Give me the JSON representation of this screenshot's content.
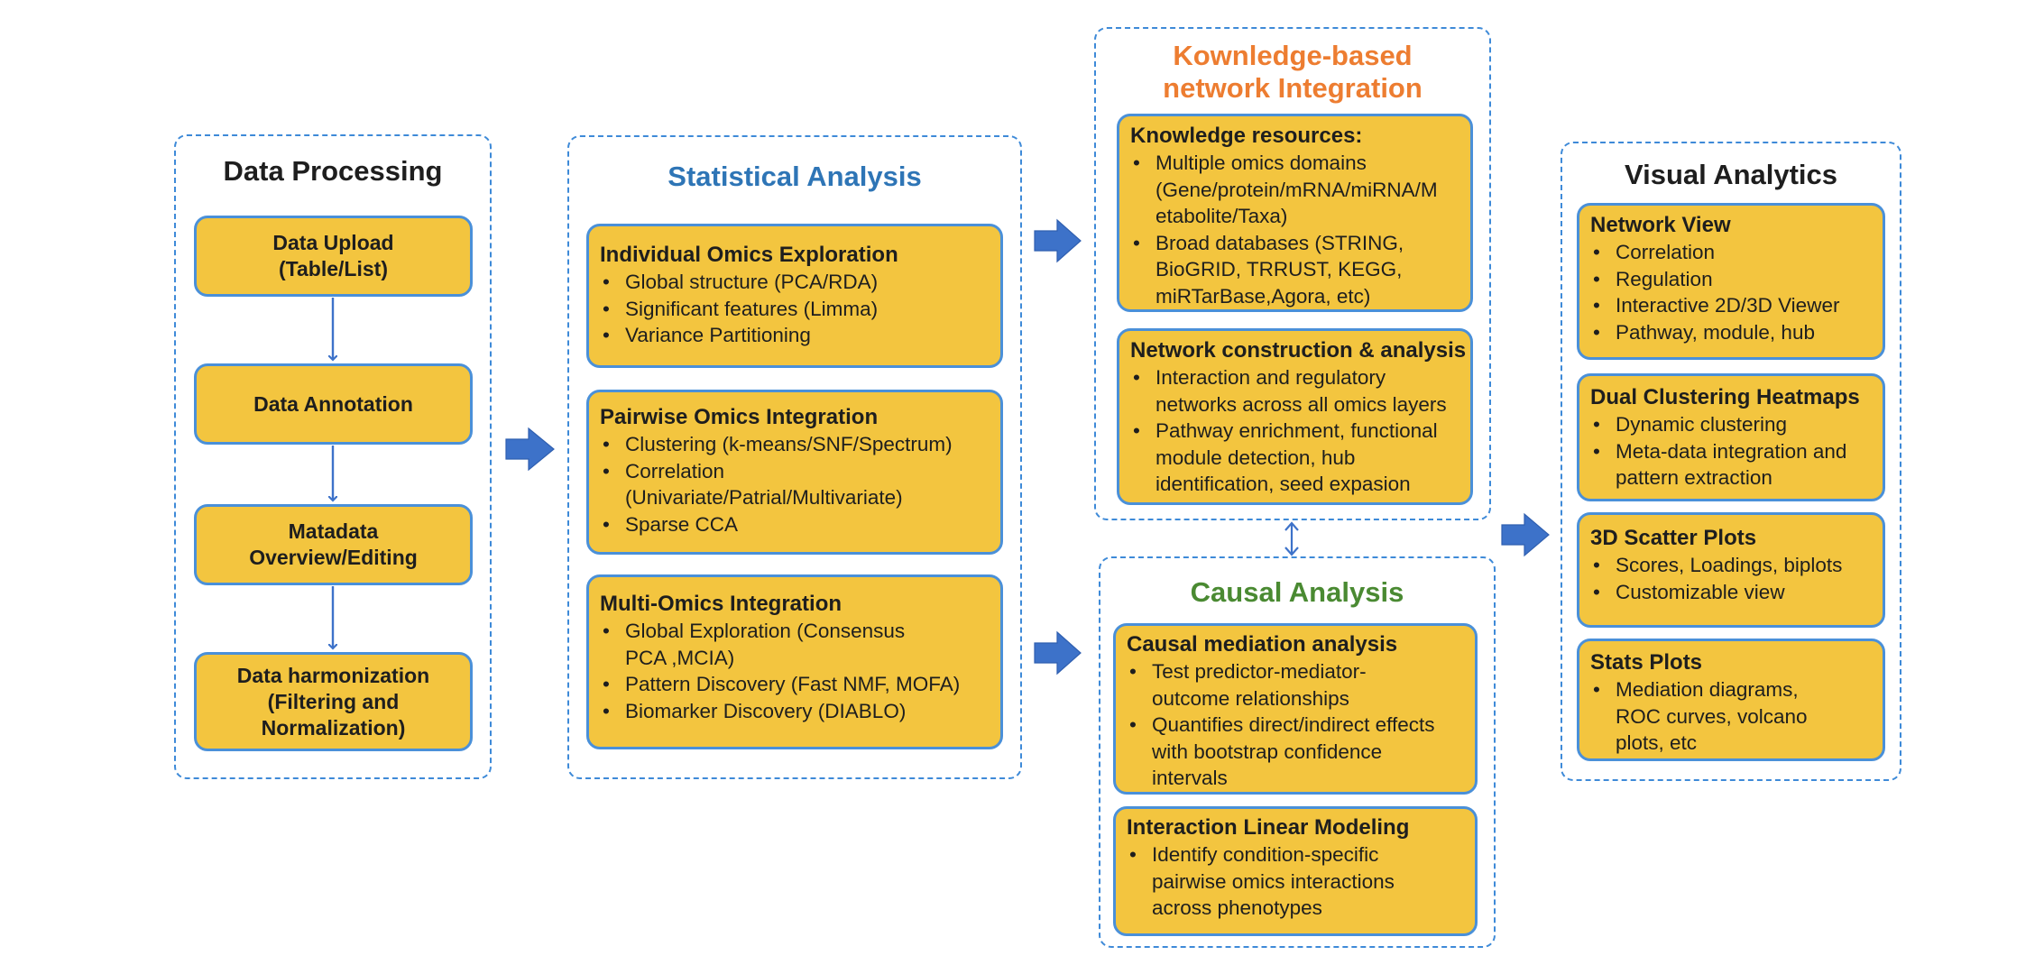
{
  "colors": {
    "box_fill": "#f3c53f",
    "box_border": "#4a90d9",
    "panel_border": "#3e8ad8",
    "arrow": "#3d72c9",
    "title_default": "#1e1e1e",
    "title_statistical": "#2e75b6",
    "title_knowledge": "#ed7d31",
    "title_causal": "#4a8a32"
  },
  "data_processing": {
    "title": "Data Processing",
    "steps": [
      "Data Upload\n(Table/List)",
      "Data Annotation",
      "Matadata\nOverview/Editing",
      "Data harmonization\n(Filtering and\nNormalization)"
    ]
  },
  "statistical_analysis": {
    "title": "Statistical Analysis",
    "cards": [
      {
        "title": "Individual Omics Exploration",
        "items": [
          "Global structure (PCA/RDA)",
          "Significant features (Limma)",
          "Variance Partitioning"
        ]
      },
      {
        "title": "Pairwise Omics Integration",
        "items": [
          "Clustering (k-means/SNF/Spectrum)",
          "Correlation\n(Univariate/Patrial/Multivariate)",
          "Sparse CCA"
        ]
      },
      {
        "title": "Multi-Omics Integration",
        "items": [
          "Global Exploration (Consensus\nPCA ,MCIA)",
          "Pattern Discovery (Fast NMF, MOFA)",
          "Biomarker Discovery (DIABLO)"
        ]
      }
    ]
  },
  "knowledge_network": {
    "title": "Kownledge-based\nnetwork Integration",
    "cards": [
      {
        "title": "Knowledge resources:",
        "items": [
          "Multiple omics domains\n(Gene/protein/mRNA/miRNA/M\netabolite/Taxa)",
          "Broad databases (STRING,\nBioGRID, TRRUST, KEGG,\nmiRTarBase,Agora, etc)"
        ]
      },
      {
        "title": "Network construction & analysis",
        "items": [
          "Interaction and regulatory\nnetworks across all omics layers",
          "Pathway enrichment, functional\nmodule detection, hub\nidentification, seed expasion"
        ]
      }
    ]
  },
  "causal_analysis": {
    "title": "Causal Analysis",
    "cards": [
      {
        "title": "Causal mediation analysis",
        "items": [
          "Test predictor-mediator-\noutcome relationships",
          "Quantifies direct/indirect effects\nwith bootstrap confidence\nintervals"
        ]
      },
      {
        "title": "Interaction Linear Modeling",
        "items": [
          "Identify condition-specific\npairwise omics interactions\nacross phenotypes"
        ]
      }
    ]
  },
  "visual_analytics": {
    "title": "Visual Analytics",
    "cards": [
      {
        "title": "Network View",
        "items": [
          "Correlation",
          "Regulation",
          "Interactive 2D/3D Viewer",
          "Pathway, module, hub"
        ]
      },
      {
        "title": "Dual Clustering Heatmaps",
        "items": [
          "Dynamic clustering",
          "Meta-data integration and\npattern extraction"
        ]
      },
      {
        "title": "3D Scatter Plots",
        "items": [
          "Scores, Loadings, biplots",
          "Customizable view"
        ]
      },
      {
        "title": "Stats Plots",
        "items": [
          "Mediation diagrams,\nROC curves, volcano\nplots, etc"
        ]
      }
    ]
  }
}
